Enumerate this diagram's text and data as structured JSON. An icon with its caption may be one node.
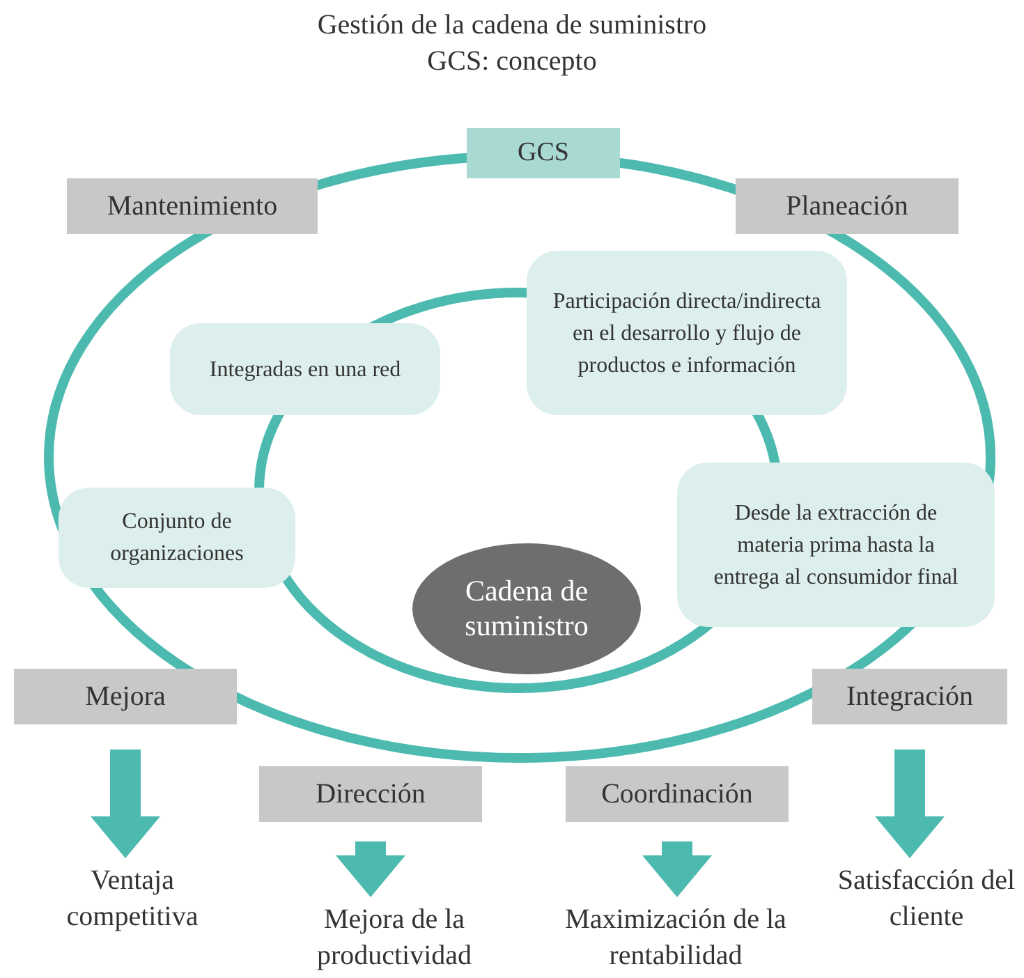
{
  "diagram": {
    "title": "Gestión de la cadena de suministro",
    "nodes": [
      {
        "text": [
          "GCS"
        ]
      },
      {
        "text": [
          "Mantenimiento"
        ]
      },
      {
        "text": [
          "Planeación"
        ]
      },
      {
        "text": [
          "Participación directa/indirecta en el desarrollo y flujo de productos e información"
        ]
      },
      {
        "text": [
          "Integradas en una red"
        ]
      },
      {
        "text": [
          "Conjunto de organizaciones"
        ]
      },
      {
        "text": [
          "Desde la extracción de materia prima hasta la entrega al consumidor final"
        ]
      },
      {
        "text": [
          "Cadena de suministro"
        ]
      },
      {
        "text": [
          "Mejora"
        ]
      },
      {
        "text": [
          "Integración"
        ]
      },
      {
        "text": [
          "Dirección"
        ]
      },
      {
        "text": [
          "Coordinación"
        ]
      },
      {
        "text": [
          "Ventaja competitiva"
        ]
      },
      {
        "text": [
          "Mejora de la productividad"
        ]
      },
      {
        "text": [
          "Maximización de la rentabilidad"
        ]
      },
      {
        "text": [
          "Satisfacción del cliente"
        ]
      }
    ],
    "edges": [
      {
        "from": 8,
        "to": 12,
        "arrow": "to"
      },
      {
        "from": 10,
        "to": 13,
        "arrow": "to"
      },
      {
        "from": 11,
        "to": 14,
        "arrow": "to"
      },
      {
        "from": 9,
        "to": 15,
        "arrow": "to"
      }
    ],
    "labels": [
      "GCS: concepto"
    ]
  }
}
